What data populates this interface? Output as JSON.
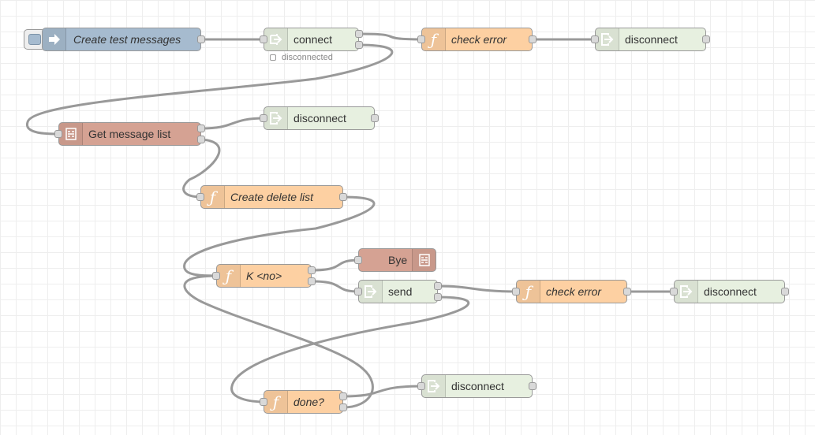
{
  "colors": {
    "inject": "#a6bbcf",
    "function": "#fdd0a2",
    "tcp": "#e7f0e0",
    "template": "#d5a293",
    "wire": "#999999"
  },
  "nodes": {
    "inject": {
      "label": "Create test messages",
      "icon": "inject-arrow-icon"
    },
    "connect": {
      "label": "connect",
      "status": "disconnected",
      "icon": "tcp-in-icon"
    },
    "check_error_1": {
      "label": "check error",
      "icon": "function-icon"
    },
    "disconnect_1": {
      "label": "disconnect",
      "icon": "tcp-out-icon"
    },
    "get_message_list": {
      "label": "Get message list",
      "icon": "template-icon"
    },
    "disconnect_2": {
      "label": "disconnect",
      "icon": "tcp-out-icon"
    },
    "create_delete_list": {
      "label": "Create delete list",
      "icon": "function-icon"
    },
    "k_no": {
      "label": "K <no>",
      "icon": "function-icon"
    },
    "bye": {
      "label": "Bye",
      "icon": "template-icon"
    },
    "send": {
      "label": "send",
      "icon": "tcp-out-icon"
    },
    "check_error_2": {
      "label": "check error",
      "icon": "function-icon"
    },
    "disconnect_3": {
      "label": "disconnect",
      "icon": "tcp-out-icon"
    },
    "done": {
      "label": "done?",
      "icon": "function-icon"
    },
    "disconnect_4": {
      "label": "disconnect",
      "icon": "tcp-out-icon"
    }
  }
}
